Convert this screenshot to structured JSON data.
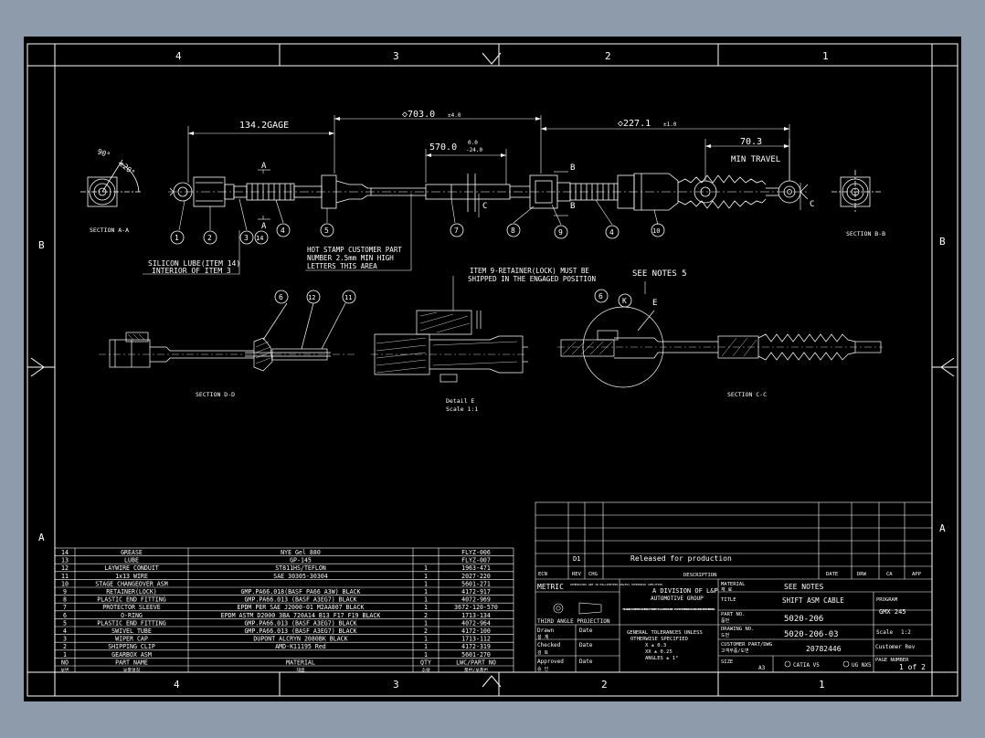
{
  "sheet": {
    "zone_cols": [
      "4",
      "3",
      "2",
      "1"
    ],
    "zone_rows": [
      "B",
      "A"
    ],
    "colors": {
      "background": "#000000",
      "ink": "#ffffff",
      "frame": "#8e9bab"
    }
  },
  "dims": {
    "gage": "134.2GAGE",
    "overall": "◇703.0",
    "overall_tol": "±4.0",
    "mid": "570.0",
    "mid_tol_up": "0.0",
    "mid_tol_dn": "-24.0",
    "right": "◇227.1",
    "right_tol": "±1.0",
    "travel": "70.3",
    "travel_label": "MIN TRAVEL",
    "angle_a": "90°",
    "angle_b": "±20°",
    "label_a": "A",
    "label_b": "B",
    "label_c": "C"
  },
  "notes": {
    "silicon_1": "SILICON LUBE(ITEM 14)",
    "silicon_2": "INTERIOR OF ITEM 3",
    "stamp_1": "HOT STAMP CUSTOMER PART",
    "stamp_2": "NUMBER 2.5mm MIN HIGH",
    "stamp_3": "LETTERS THIS AREA",
    "retainer_1": "ITEM 9-RETAINER(LOCK) MUST BE",
    "retainer_2": "SHIPPED IN THE ENGAGED POSITION",
    "see_notes": "SEE NOTES 5",
    "k": "K",
    "e": "E"
  },
  "balloons": [
    "1",
    "2",
    "3",
    "14",
    "4",
    "5",
    "7",
    "8",
    "9",
    "4",
    "10",
    "6",
    "12",
    "11",
    "6"
  ],
  "views": {
    "section_aa": "SECTION A-A",
    "section_bb": "SECTION B-B",
    "section_dd": "SECTION D-D",
    "detail_e": "Detail E",
    "detail_scale": "Scale 1:1",
    "section_cc": "SECTION C-C"
  },
  "bom": {
    "rows": [
      {
        "no": "14",
        "name": "GREASE",
        "material": "NYE Gel 880",
        "qty": "",
        "part": "FLYZ-006"
      },
      {
        "no": "13",
        "name": "LUBE",
        "material": "GP-145",
        "qty": "",
        "part": "FLYZ-007"
      },
      {
        "no": "12",
        "name": "LAYWIRE CONDUIT",
        "material": "ST811HS/TEFLON",
        "qty": "1",
        "part": "1963-471"
      },
      {
        "no": "11",
        "name": "1x13 WIRE",
        "material": "SAE 30305-30304",
        "qty": "1",
        "part": "2027-220"
      },
      {
        "no": "10",
        "name": "STAGE CHANGEOVER ASM",
        "material": "",
        "qty": "1",
        "part": "5601-271"
      },
      {
        "no": "9",
        "name": "RETAINER(LOCK)",
        "material": "GMP.PA66.018(BASF PA66 A3W) BLACK",
        "qty": "1",
        "part": "4172-917"
      },
      {
        "no": "8",
        "name": "PLASTIC END FITTING",
        "material": "GMP.PA66.013 (BASF A3EG7) BLACK",
        "qty": "1",
        "part": "4072-969"
      },
      {
        "no": "7",
        "name": "PROTECTOR SLEEVE",
        "material": "EPDM PER SAE J2000-01 M2AA807 BLACK",
        "qty": "1",
        "part": "3672-120-570"
      },
      {
        "no": "6",
        "name": "O-RING",
        "material": "EPDM ASTM D2000 3BA 720A14 B13 F17 F19 BLACK",
        "qty": "2",
        "part": "1713-134"
      },
      {
        "no": "5",
        "name": "PLASTIC END FITTING",
        "material": "GMP.PA66.013 (BASF A3EG7) BLACK",
        "qty": "1",
        "part": "4072-964"
      },
      {
        "no": "4",
        "name": "SWIVEL TUBE",
        "material": "GMP.PA66.013 (BASF A3EG7) BLACK",
        "qty": "2",
        "part": "4172-100"
      },
      {
        "no": "3",
        "name": "WIPER CAP",
        "material": "DUPONT ALCRYN 2080BK BLACK",
        "qty": "1",
        "part": "1713-112"
      },
      {
        "no": "2",
        "name": "SHIPPING CLIP",
        "material": "AMD-K11195 Red",
        "qty": "1",
        "part": "4172-319"
      },
      {
        "no": "1",
        "name": "GEARBOX ASM",
        "material": "",
        "qty": "1",
        "part": "5601-270"
      }
    ],
    "header": {
      "no": "NO",
      "name": "PART NAME",
      "material": "MATERIAL",
      "qty": "QTY",
      "part": "LWC/PART NO"
    },
    "header_sub": {
      "no": "부번",
      "name": "부품명칭",
      "material": "재료",
      "qty": "수량",
      "part": "품번/부품번"
    }
  },
  "title_block": {
    "rev_code": "D1",
    "rev_desc": "Released for production",
    "rev_headers": [
      "ECN",
      "REV",
      "CHG",
      "DESCRIPTION",
      "DATE",
      "DRW",
      "CA",
      "APP"
    ],
    "metric": "METRIC",
    "metric_note": "DIMENSIONS ARE IN MILLIMETERS UNLESS OTHERWISE SPECIFIED",
    "division_1": "A DIVISION OF L&P",
    "division_2": "AUTOMOTIVE GROUP",
    "projection": "THIRD ANGLE PROJECTION",
    "proprietary": "THIS DRAWING IS PROPRIETARY AND REMAINS THE PROPERTY OF L&P AUTOMOTIVE GROUP. IT MAY NOT BE REPRODUCED OR COPIED WITHOUT WRITTEN PERMISSION.",
    "drawn": "Drawn",
    "drawn_kr": "설 계",
    "checked": "Checked",
    "checked_kr": "검 토",
    "approved": "Approved",
    "approved_kr": "승 인",
    "date_label": "Date",
    "tolerances_1": "GENERAL TOLERANCES UNLESS",
    "tolerances_2": "OTHERWISE SPECIFIED",
    "tol_x": "X  ± 0.3",
    "tol_xx": "XX ± 0.25",
    "tol_ang": "ANGLES ± 1°",
    "material_label": "MATERIAL",
    "material_kr": "재 료",
    "material_value": "SEE NOTES",
    "title_label": "TITLE",
    "title_value": "SHIFT ASM CABLE",
    "program_label": "PROGRAM",
    "program_value": "GMX 245",
    "part_no_label": "PART NO.",
    "part_no_kr": "품번",
    "part_no_value": "5020-206",
    "drawing_no_label": "DRAWING NO.",
    "drawing_no_kr": "도번",
    "drawing_no_value": "5020-206-03",
    "scale_label": "Scale",
    "scale_value": "1:2",
    "customer_label": "CUSTOMER PART/DWG",
    "customer_kr": "고객부품/도면",
    "customer_value": "20782446",
    "customer_rev": "Customer Rev",
    "size_label": "SIZE",
    "size_value": "A3",
    "catia": "CATIA V5",
    "ug": "UG NX5",
    "page_label": "PAGE NUMBER",
    "page_value": "1 of 2"
  }
}
